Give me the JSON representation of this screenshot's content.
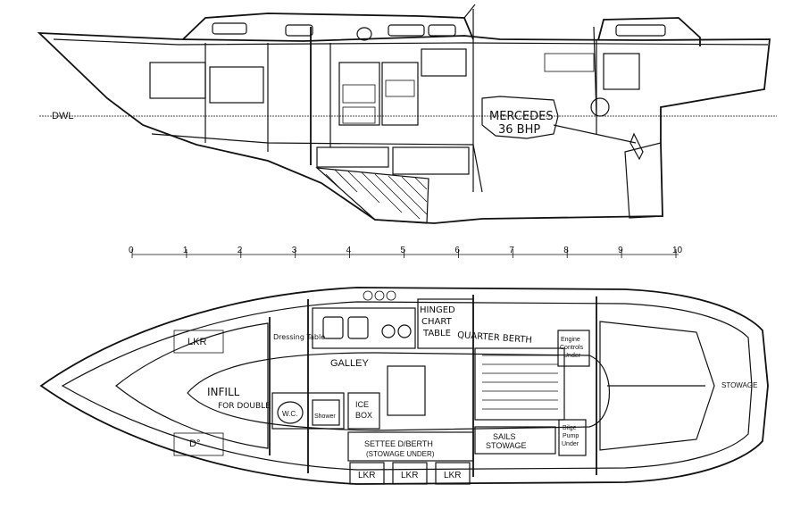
{
  "profile": {
    "waterline_label": "DWL",
    "engine_label_line1": "MERCEDES",
    "engine_label_line2": "36 BHP"
  },
  "stations": [
    "0",
    "1",
    "2",
    "3",
    "4",
    "5",
    "6",
    "7",
    "8",
    "9",
    "10"
  ],
  "plan": {
    "labels": {
      "lkr_fwd_port": "LKR",
      "lkr_fwd_stbd": "D°",
      "dressing_table": "Dressing Table",
      "infill": "INFILL",
      "for_double": "FOR DOUBLE",
      "galley": "GALLEY",
      "wc": "W.C.",
      "shower": "Shower",
      "ice_box_line1": "ICE",
      "ice_box_line2": "BOX",
      "hinged_line1": "HINGED",
      "hinged_line2": "CHART",
      "hinged_line3": "TABLE",
      "quarter_berth": "QUARTER BERTH",
      "engine_controls_line1": "Engine",
      "engine_controls_line2": "Controls",
      "engine_controls_line3": "Under",
      "stowage": "STOWAGE",
      "settee_line1": "SETTEE D/BERTH",
      "settee_line2": "(STOWAGE UNDER)",
      "sails_line1": "SAILS",
      "sails_line2": "STOWAGE",
      "bilge_line1": "Bilge",
      "bilge_line2": "Pump",
      "bilge_line3": "Under",
      "lkr_1": "LKR",
      "lkr_2": "LKR",
      "lkr_3": "LKR"
    }
  }
}
